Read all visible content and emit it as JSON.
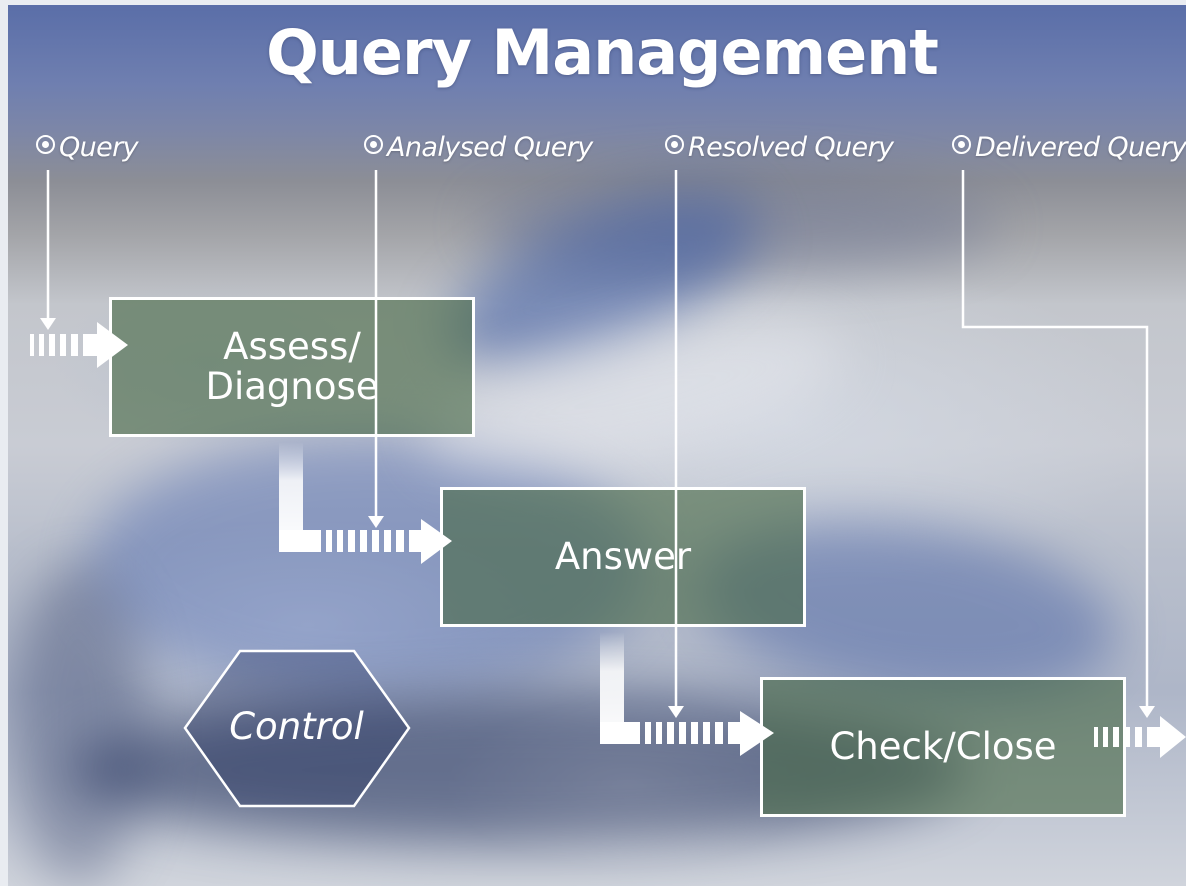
{
  "title": "Query Management",
  "states": [
    {
      "label": "Query"
    },
    {
      "label": "Analysed Query"
    },
    {
      "label": "Resolved Query"
    },
    {
      "label": "Delivered Query"
    }
  ],
  "processes": [
    {
      "label": "Assess/\nDiagnose"
    },
    {
      "label": "Answer"
    },
    {
      "label": "Check/Close"
    }
  ],
  "control": {
    "label": "Control"
  },
  "colors": {
    "box_fill": "#48694699",
    "line": "#ffffff",
    "sky": "#5a6ea8"
  }
}
